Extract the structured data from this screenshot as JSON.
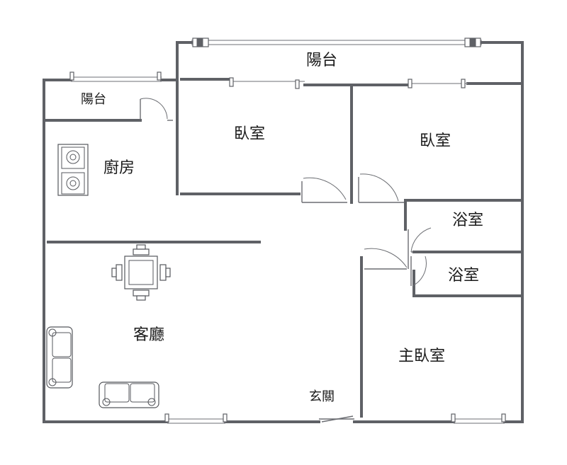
{
  "rooms": {
    "balcony_top": "陽台",
    "balcony_left": "陽台",
    "bedroom_1": "臥室",
    "bedroom_2": "臥室",
    "kitchen": "廚房",
    "bath_1": "浴室",
    "bath_2": "浴室",
    "living_room": "客廳",
    "master_bedroom": "主臥室",
    "entrance": "玄關"
  },
  "colors": {
    "wall": "#5f6166",
    "background": "#ffffff",
    "text": "#1a1a1a"
  },
  "icons": [
    "stove-icon",
    "dining-table-icon",
    "sofa-icon",
    "door-swing-icon",
    "window-icon"
  ]
}
